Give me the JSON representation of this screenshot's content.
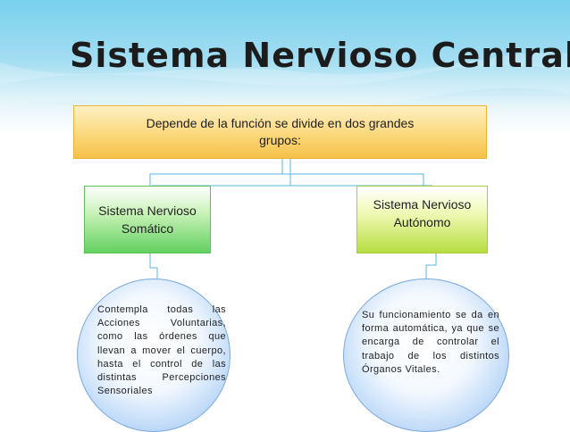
{
  "slide": {
    "title": "Sistema Nervioso Central"
  },
  "diagram": {
    "root": "Depende de la función se divide en dos grandes grupos:",
    "left_branch": {
      "label": "Sistema Nervioso Somático",
      "description": "Contempla todas las Acciones Voluntarias, como las órdenes que llevan a mover el cuerpo, hasta el control de las distintas Percepciones Sensoriales"
    },
    "right_branch": {
      "label": "Sistema Nervioso Autónomo",
      "description": "Su funcionamiento se da en forma automática, ya que se encarga de controlar el trabajo de los distintos Órganos Vitales."
    }
  },
  "colors": {
    "root_fill": "#fbd87a",
    "left_fill": "#62d060",
    "right_fill": "#b6dd42",
    "circle_fill": "#a9cdf5",
    "connector": "#5ab4e0"
  }
}
